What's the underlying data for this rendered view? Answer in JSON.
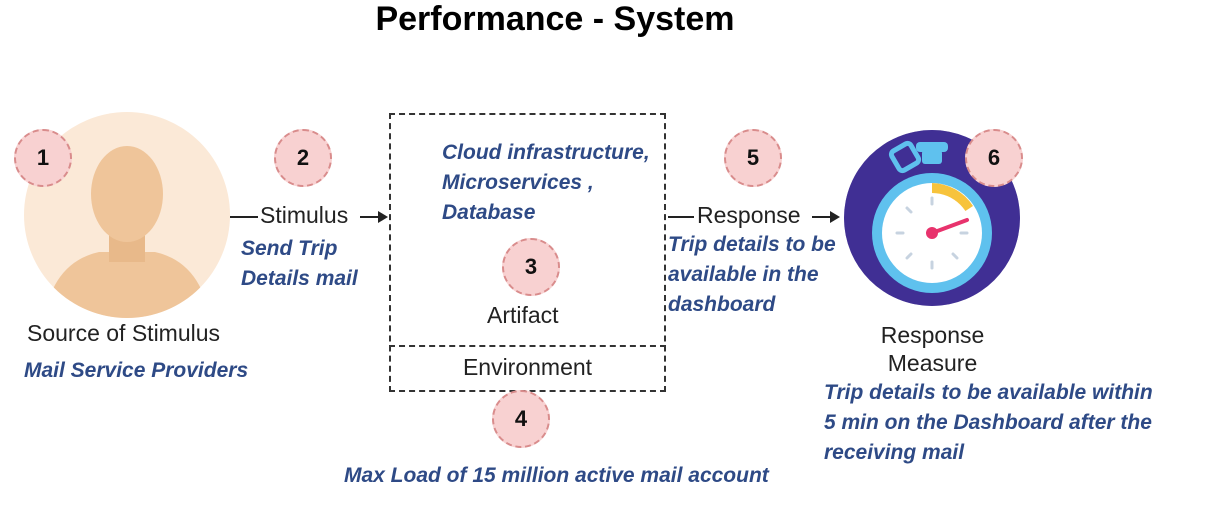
{
  "title": "Performance - System",
  "badges": [
    "1",
    "2",
    "3",
    "4",
    "5",
    "6"
  ],
  "source": {
    "label": "Source of Stimulus",
    "detail": "Mail Service Providers"
  },
  "stimulus": {
    "label": "Stimulus",
    "detail_line1": "Send Trip",
    "detail_line2": "Details mail"
  },
  "artifact": {
    "label": "Artifact",
    "detail_line1": "Cloud infrastructure,",
    "detail_line2": "Microservices ,",
    "detail_line3": "Database"
  },
  "environment": {
    "label": "Environment",
    "detail": "Max Load of 15 million active mail account"
  },
  "response": {
    "label": "Response",
    "detail_line1": "Trip details to be",
    "detail_line2": "available in the",
    "detail_line3": "dashboard"
  },
  "response_measure": {
    "label_line1": "Response",
    "label_line2": "Measure",
    "detail_line1": "Trip details to be available within",
    "detail_line2": "5 min on the Dashboard after the",
    "detail_line3": "receiving mail"
  },
  "colors": {
    "badge_fill": "#f8d1d1",
    "detail_text": "#2e4a86",
    "avatar_bg": "#fbe9d7",
    "stopwatch_bg": "#3a2f8f"
  }
}
